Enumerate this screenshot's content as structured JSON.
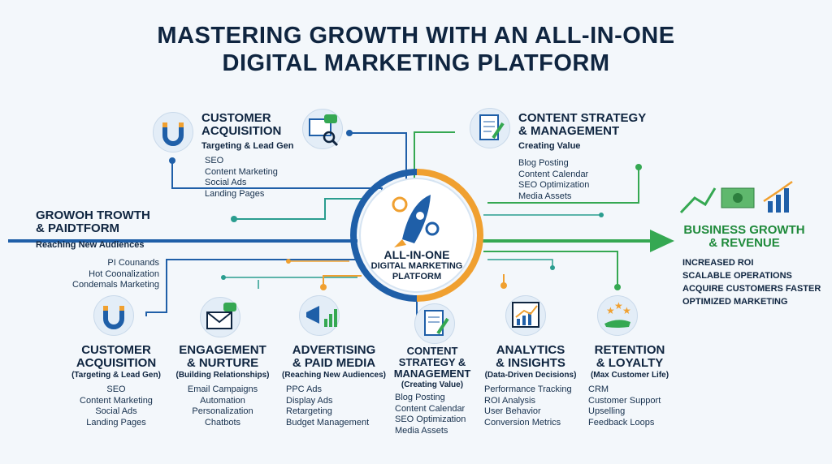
{
  "title": {
    "line1": "MASTERING GROWTH WITH AN ALL-IN-ONE",
    "line2": "DIGITAL MARKETING PLATFORM"
  },
  "hub": {
    "line1": "ALL-IN-ONE",
    "line2": "DIGITAL MARKETING",
    "line3": "PLATFORM"
  },
  "top_left": {
    "title1": "CUSTOMER",
    "title2": "ACQUISITION",
    "sub": "Targeting & Lead Gen",
    "items": [
      "SEO",
      "Content Marketing",
      "Social Ads",
      "Landing Pages"
    ]
  },
  "top_right": {
    "title1": "CONTENT STRATEGY",
    "title2": "& MANAGEMENT",
    "sub": "Creating Value",
    "items": [
      "Blog Posting",
      "Content Calendar",
      "SEO Optimization",
      "Media Assets"
    ]
  },
  "mid_left": {
    "title1": "GROWOH TROWTH",
    "title2": "& PAIDTFORM",
    "sub": "Reaching New Audiences",
    "items": [
      "PI Counands",
      "Hot Coonalization",
      "Condemals Marketing"
    ]
  },
  "growth": {
    "title1": "BUSINESS GROWTH",
    "title2": "& REVENUE",
    "items": [
      "INCREASED ROI",
      "SCALABLE OPERATIONS",
      "ACQUIRE CUSTOMERS FASTER",
      "OPTIMIZED MARKETING"
    ]
  },
  "bottom": [
    {
      "title1": "CUSTOMER",
      "title2": "ACQUISITION",
      "sub": "(Targeting & Lead Gen)",
      "items": [
        "SEO",
        "Content Marketing",
        "Social Ads",
        "Landing Pages"
      ]
    },
    {
      "title1": "ENGAGEMENT",
      "title2": "& NURTURE",
      "sub": "(Building Relationships)",
      "items": [
        "Email Campaigns",
        "Automation",
        "Personalization",
        "Chatbots"
      ]
    },
    {
      "title1": "ADVERTISING",
      "title2": "& PAID MEDIA",
      "sub": "(Reaching New Audiences)",
      "items": [
        "PPC Ads",
        "Display Ads",
        "Retargeting",
        "Budget Management"
      ]
    },
    {
      "title1": "CONTENT",
      "title2": "STRATEGY &",
      "title3": "MANAGEMENT",
      "sub": "(Creating Value)",
      "items": [
        "Blog Posting",
        "Content Calendar",
        "SEO Optimization",
        "Media Assets"
      ]
    },
    {
      "title1": "ANALYTICS",
      "title2": "& INSIGHTS",
      "sub": "(Data-Driven Decisions)",
      "items": [
        "Performance Tracking",
        "ROI Analysis",
        "User Behavior",
        "Conversion Metrics"
      ]
    },
    {
      "title1": "RETENTION",
      "title2": "& LOYALTY",
      "sub": "(Max Customer Life)",
      "items": [
        "CRM",
        "Customer Support",
        "Upselling",
        "Feedback Loops"
      ]
    }
  ],
  "colors": {
    "navy": "#0f2540",
    "blue": "#1f6fb8",
    "orange": "#f0a030",
    "green": "#35a852",
    "teal": "#2a9d8f"
  }
}
